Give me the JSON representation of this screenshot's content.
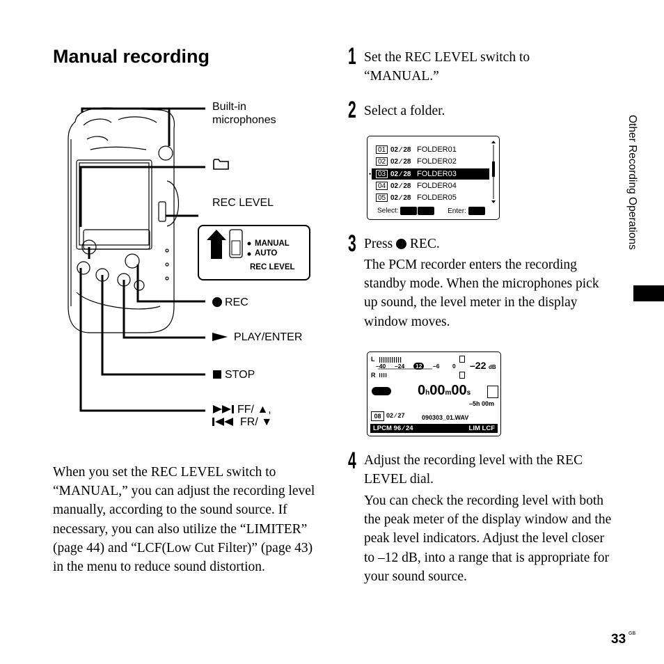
{
  "section_title": "Manual recording",
  "diagram": {
    "builtin_mic_label": "Built-in microphones",
    "rec_level_label": "REC LEVEL",
    "switch_manual": "MANUAL",
    "switch_auto": "AUTO",
    "switch_rec_level": "REC LEVEL",
    "rec_label": "REC",
    "play_enter_label": "PLAY/ENTER",
    "stop_label": "STOP",
    "ff_label": "FF/ ▲,",
    "fr_label": "FR/ ▼",
    "folder_icon": "folder-icon",
    "rec_icon": "record-dot-icon",
    "play_icon": "play-triangle-icon",
    "stop_icon": "stop-square-icon",
    "ff_icon": "skip-forward-icon",
    "fr_icon": "skip-back-icon"
  },
  "intro_paragraph": "When you set the REC LEVEL switch to “MANUAL,” you can adjust the recording level manually, according to the sound source. If necessary, you can also utilize the “LIMITER” (page 44) and “LCF(Low Cut Filter)”  (page 43) in the menu to reduce sound distortion.",
  "steps": [
    {
      "num": "1",
      "text": "Set the REC LEVEL switch to “MANUAL.”"
    },
    {
      "num": "2",
      "text": "Select a folder."
    },
    {
      "num": "3",
      "text_prefix": "Press",
      "text_suffix": "REC.",
      "detail": "The PCM recorder enters the recording standby mode. When the microphones pick up sound, the level meter in the display window moves."
    },
    {
      "num": "4",
      "text": "Adjust the recording level with the REC LEVEL dial.",
      "detail": "You can check the recording level with both the peak meter of the display window and the peak level indicators. Adjust the level closer to –12 dB, into a range that is appropriate for your sound source."
    }
  ],
  "folder_screen": {
    "folders": [
      {
        "num": "01",
        "date": "02 ⁄ 28",
        "name": "FOLDER01",
        "selected": false
      },
      {
        "num": "02",
        "date": "02 ⁄ 28",
        "name": "FOLDER02",
        "selected": false
      },
      {
        "num": "03",
        "date": "02 ⁄ 28",
        "name": "FOLDER03",
        "selected": true
      },
      {
        "num": "04",
        "date": "02 ⁄ 28",
        "name": "FOLDER04",
        "selected": false
      },
      {
        "num": "05",
        "date": "02 ⁄ 28",
        "name": "FOLDER05",
        "selected": false
      }
    ],
    "select_label": "Select:",
    "enter_label": "Enter:"
  },
  "rec_screen": {
    "ch_l": "L",
    "ch_r": "R",
    "scale_40": "–40",
    "scale_24": "–24",
    "scale_12": "12",
    "scale_6": "–6",
    "scale_0": "0",
    "level_db": "–22",
    "db_unit": "dB",
    "time_h": "0",
    "time_h_unit": "h",
    "time_m": "00",
    "time_m_unit": "m",
    "time_s": "00",
    "time_s_unit": "s",
    "remaining": "–5h 00m",
    "folder_num": "08",
    "date": "02 ⁄ 27",
    "filename": "090303_01.WAV",
    "format": "LPCM 96 ⁄ 24",
    "flags": "LIM   LCF"
  },
  "side_tab_text": "Other Recording Operations",
  "page_number": "33",
  "page_suffix": "GB"
}
